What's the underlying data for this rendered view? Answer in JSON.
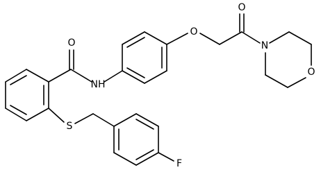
{
  "atoms": {
    "carbonyl_oxygen_amide": "O",
    "amide_nitrogen": "NH",
    "ether_oxygen": "O",
    "carbonyl_oxygen_morpholine": "O",
    "morpholine_nitrogen": "N",
    "morpholine_oxygen": "O",
    "sulfur": "S",
    "fluorine": "F"
  },
  "colors": {
    "bond": "#000000",
    "label": "#000000",
    "background": "#ffffff"
  }
}
